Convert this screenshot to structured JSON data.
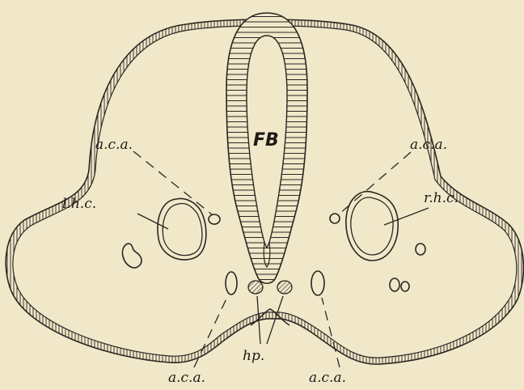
{
  "figure": {
    "labels": {
      "fb": "FB",
      "aca_top_left": "a.c.a.",
      "aca_top_right": "a.c.a.",
      "lhc": "l.h.c.",
      "rhc": "r.h.c.",
      "hp": "hp.",
      "aca_bottom_left": "a.c.a.",
      "aca_bottom_right": "a.c.a."
    }
  },
  "colors": {
    "paper": "#f1e8ca",
    "ink": "#2a2520"
  }
}
